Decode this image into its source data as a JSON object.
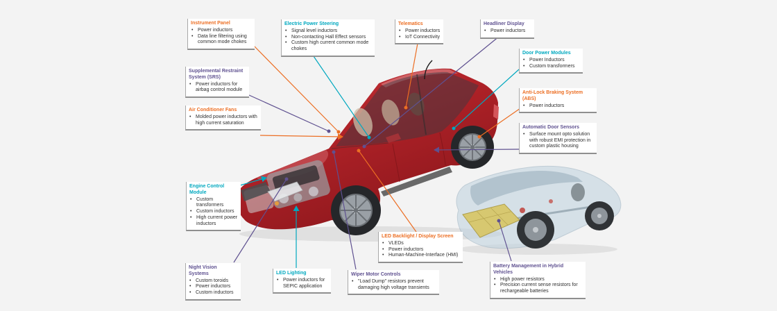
{
  "palette": {
    "orange": "#EC6E23",
    "teal": "#00A8BF",
    "purple": "#5F5190",
    "background": "#F3F3F3",
    "box_border": "#8F8F8F",
    "bullet_text": "#2E2E2E"
  },
  "illustrations": {
    "main_car": "car-cutaway-illustration",
    "hybrid_car": "hybrid-car-battery-illustration"
  },
  "labels": {
    "instrument_panel": {
      "title": "Instrument Panel",
      "bullets": [
        "Power inductors",
        "Data line filtering using common mode chokes"
      ]
    },
    "electric_power_steering": {
      "title": "Electric Power Steering",
      "bullets": [
        "Signal level inductors",
        "Non-contacting Hall Effect sensors",
        "Custom high current common mode chokes"
      ]
    },
    "telematics": {
      "title": "Telematics",
      "bullets": [
        "Power inductors",
        "IoT Connectivity"
      ]
    },
    "headliner_display": {
      "title": "Headliner Display",
      "bullets": [
        "Power inductors"
      ]
    },
    "door_power_modules": {
      "title": "Door Power Modules",
      "bullets": [
        "Power Inductors",
        "Custom transformers"
      ]
    },
    "abs": {
      "title": "Anti-Lock Braking System (ABS)",
      "bullets": [
        "Power inductors"
      ]
    },
    "automatic_door_sensors": {
      "title": "Automatic Door Sensors",
      "bullets": [
        "Surface mount opto solution with robust EMI protection in custom plastic housing"
      ]
    },
    "srs": {
      "title": "Supplemental Restraint System (SRS)",
      "bullets": [
        "Power inductors for airbag control module"
      ]
    },
    "air_conditioner_fans": {
      "title": "Air Conditioner Fans",
      "bullets": [
        "Molded power inductors with high current saturation"
      ]
    },
    "engine_control_module": {
      "title": "Engine Control Module",
      "bullets": [
        "Custom transformers",
        "Custom inductors",
        "High current power inductors"
      ]
    },
    "night_vision_systems": {
      "title": "Night Vision Systems",
      "bullets": [
        "Custom toroids",
        "Power inductors",
        "Custom inductors"
      ]
    },
    "led_lighting": {
      "title": "LED Lighting",
      "bullets": [
        "Power inductors for SEPIC application"
      ]
    },
    "wiper_motor_controls": {
      "title": "Wiper Motor Controls",
      "bullets": [
        "\"Load Dump\" resistors prevent damaging high voltage transients"
      ]
    },
    "led_backlight": {
      "title": "LED Backlight / Display Screen",
      "bullets": [
        "VLEDs",
        "Power inductors",
        "Human-Machine-Interface (HMI)"
      ]
    },
    "battery_management": {
      "title": "Battery Management in Hybrid Vehicles",
      "bullets": [
        "High power resistors",
        "Precision current sense resistors for rechargeable batteries"
      ]
    }
  }
}
